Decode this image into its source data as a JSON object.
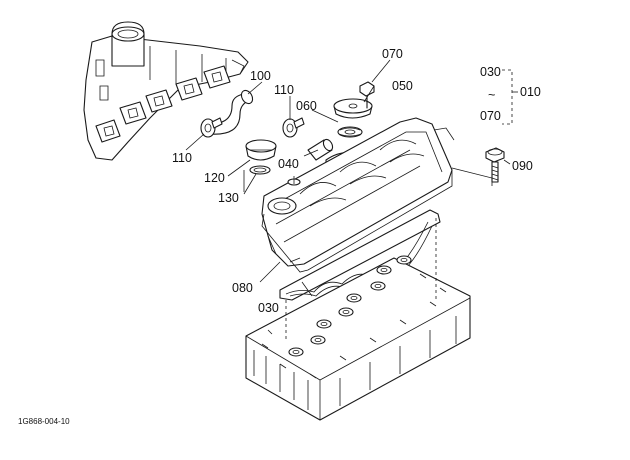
{
  "callouts": {
    "p010": "010",
    "p030": "030",
    "p030b": "030",
    "p040": "040",
    "p050": "050",
    "p060": "060",
    "p070": "070",
    "p070b": "070",
    "p080": "080",
    "p090": "090",
    "p100": "100",
    "p110a": "110",
    "p110b": "110",
    "p120": "120",
    "p130": "130",
    "tilde": "~"
  },
  "figure_code": "1G868-004-10"
}
